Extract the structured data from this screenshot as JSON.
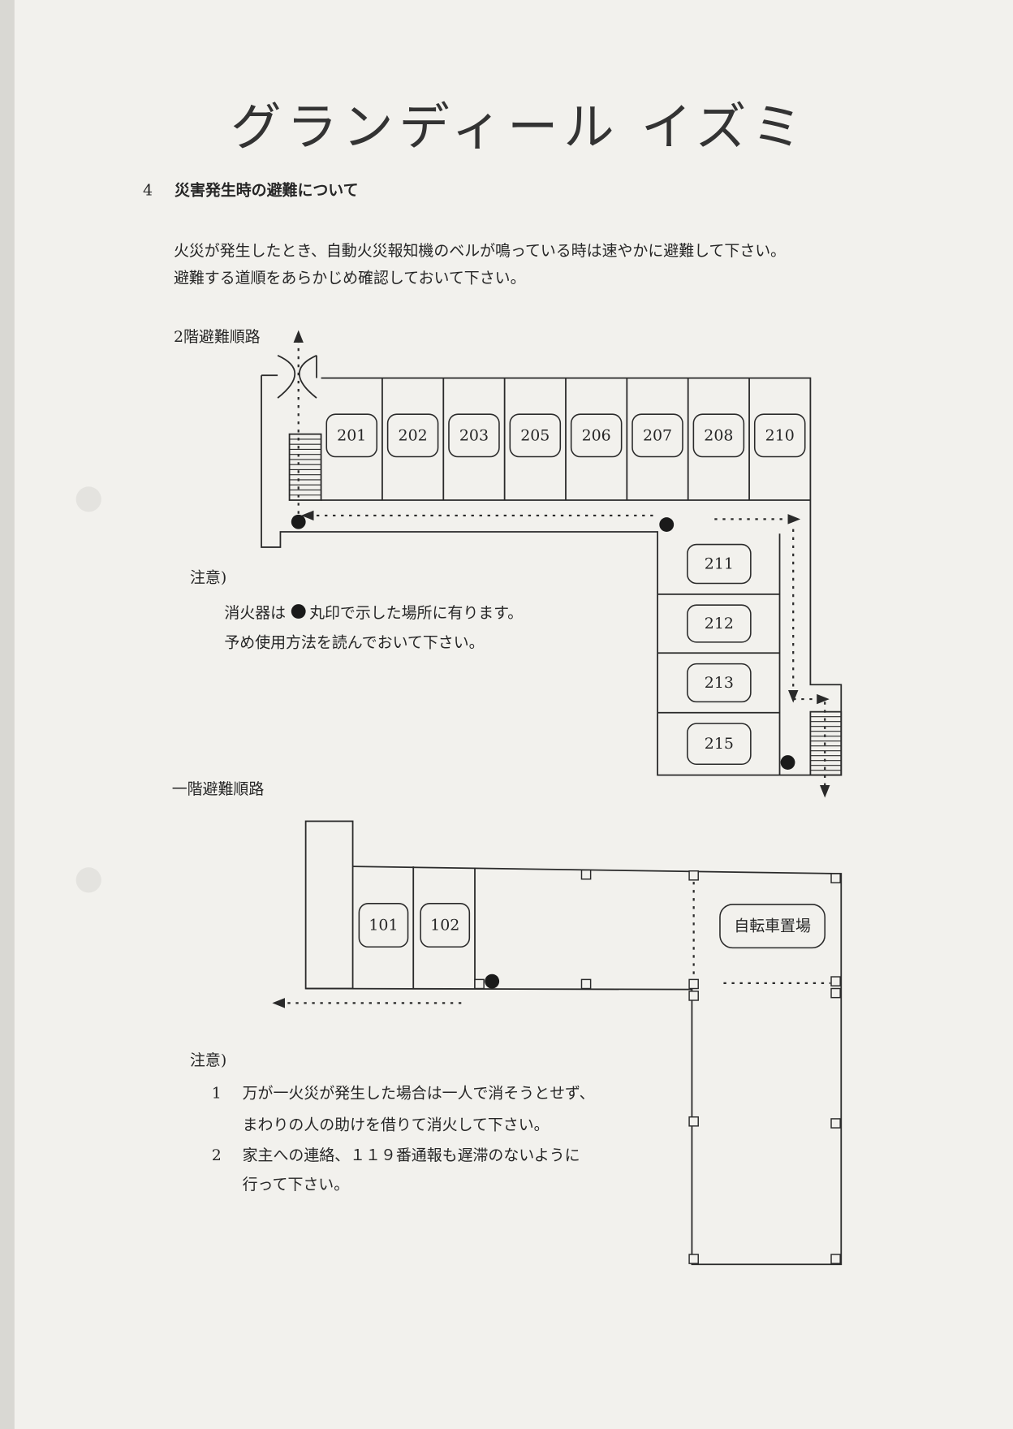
{
  "handwritten_title": "グランディール イズミ",
  "section": {
    "number": "4",
    "heading": "災害発生時の避難について",
    "paragraph": [
      "火災が発生したとき、自動火災報知機のベルが鳴っている時は速やかに避難して下さい。",
      "避難する道順をあらかじめ確認しておいて下さい。"
    ]
  },
  "floor2": {
    "title": "2階避難順路",
    "rooms_top": [
      "201",
      "202",
      "203",
      "205",
      "206",
      "207",
      "208",
      "210"
    ],
    "rooms_wing": [
      "211",
      "212",
      "213",
      "215"
    ],
    "note": {
      "label": "注意)",
      "line1_before": "消火器は",
      "line1_after": "丸印で示した場所に有ります。",
      "line2": "予め使用方法を読んでおいて下さい。"
    }
  },
  "floor1": {
    "title": "一階避難順路",
    "rooms": [
      "101",
      "102"
    ],
    "bicycle_parking": "自転車置場",
    "note": {
      "label": "注意)",
      "items": [
        {
          "num": "1",
          "lines": [
            "万が一火災が発生した場合は一人で消そうとせず、",
            "まわりの人の助けを借りて消火して下さい。"
          ]
        },
        {
          "num": "2",
          "lines": [
            "家主への連絡、１１９番通報も遅滞のないように",
            "行って下さい。"
          ]
        }
      ]
    }
  },
  "legend": {
    "extinguisher_icon": "filled-circle",
    "route_icon": "dotted-arrow"
  }
}
